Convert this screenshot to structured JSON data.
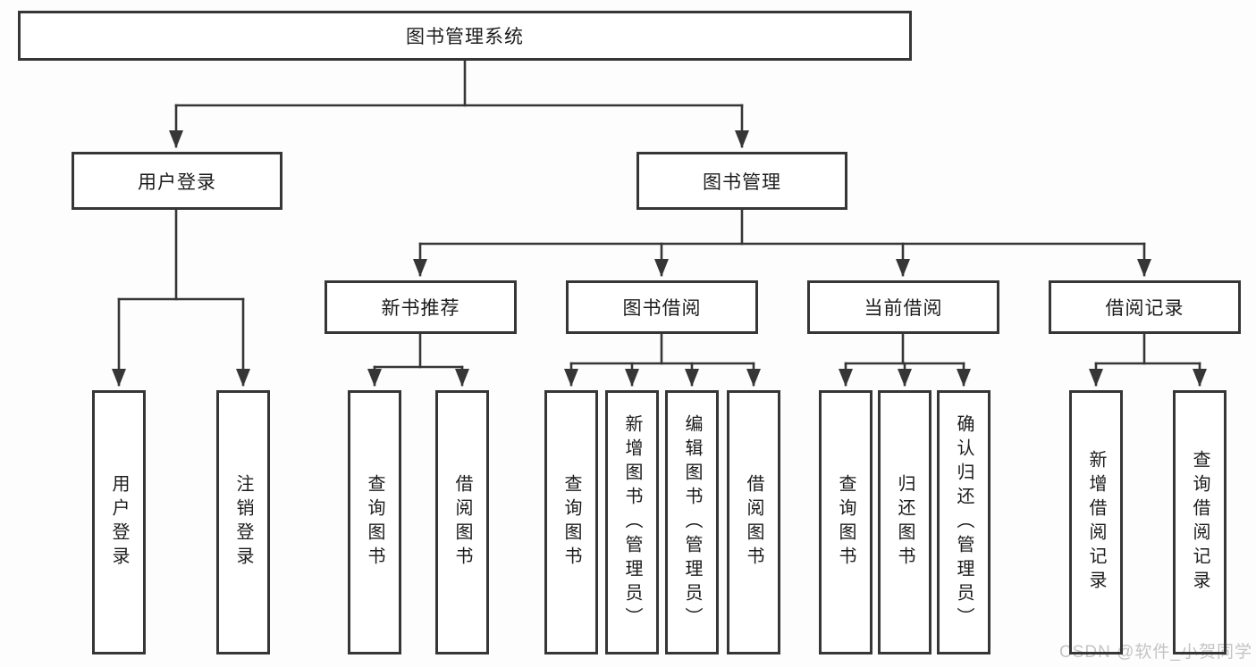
{
  "diagram": {
    "title": "图书管理系统",
    "watermark": "CSDN @软件_小贺同学",
    "colors": {
      "line": "#363636",
      "box_background": "#ffffff",
      "text": "#1c1c1c",
      "watermark": "#c4c4c4"
    },
    "level1": {
      "user_login": {
        "label": "用户登录"
      },
      "book_management": {
        "label": "图书管理"
      }
    },
    "level2": {
      "new_book_recommend": {
        "label": "新书推荐"
      },
      "book_borrow": {
        "label": "图书借阅"
      },
      "current_borrow": {
        "label": "当前借阅"
      },
      "borrow_record": {
        "label": "借阅记录"
      }
    },
    "leaves": {
      "user_login": [
        "用户登录",
        "注销登录"
      ],
      "new_book_recommend": [
        "查询图书",
        "借阅图书"
      ],
      "book_borrow": [
        "查询图书",
        "新增图书（管理员）",
        "编辑图书（管理员）",
        "借阅图书"
      ],
      "current_borrow": [
        "查询图书",
        "归还图书",
        "确认归还（管理员）"
      ],
      "borrow_record": [
        "新增借阅记录",
        "查询借阅记录"
      ]
    }
  }
}
